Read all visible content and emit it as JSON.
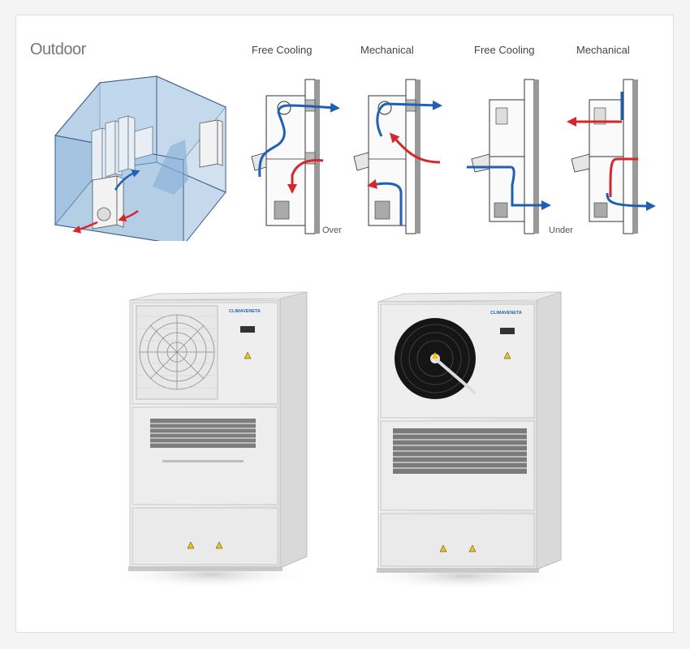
{
  "outdoor_label": "Outdoor",
  "modes": {
    "free_cooling_1": "Free Cooling",
    "mechanical_1": "Mechanical",
    "free_cooling_2": "Free Cooling",
    "mechanical_2": "Mechanical"
  },
  "groups": {
    "over": "Over",
    "under": "Under"
  },
  "brand": "CLIMAVENETA",
  "colors": {
    "cool_air": "#1f5fb4",
    "warm_air": "#d7262b",
    "room_glass": "#9ec0e0"
  }
}
